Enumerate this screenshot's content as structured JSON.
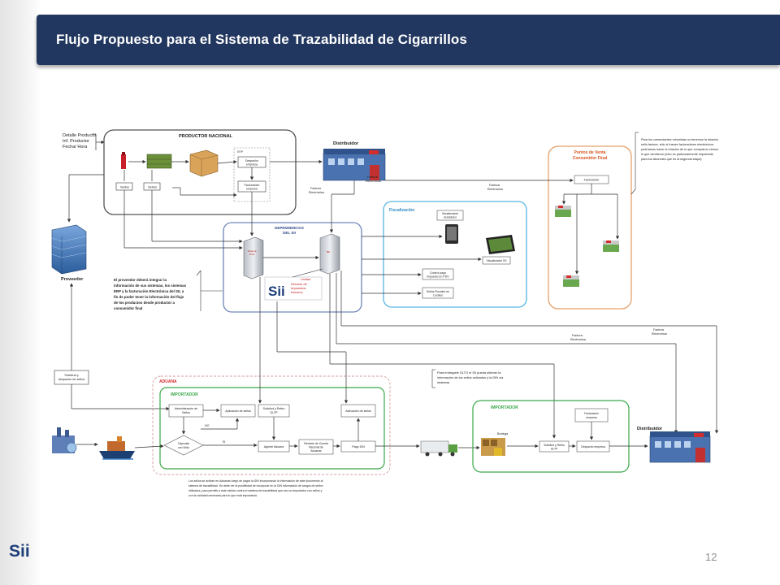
{
  "slide": {
    "title": "Flujo Propuesto para el Sistema de Trazabilidad de Cigarrillos",
    "page_number": "12",
    "logo_text": "Sii"
  },
  "diagram": {
    "input_note": [
      "Detalle Producto",
      "Inf. Productor",
      "Fecha/ Hora"
    ],
    "productor": {
      "title": "PRODUCTOR NACIONAL",
      "sellos_1": "Sellos",
      "sellos_2": "Sellos",
      "erp": "ERP",
      "despacho": [
        "Despacho",
        "empresa"
      ],
      "facturacion": [
        "Facturación",
        "empresa"
      ]
    },
    "distribuidor_top": "Distribuidor",
    "proveedor": "Proveedor",
    "factura_electronica": [
      "Factura",
      "Electrónica"
    ],
    "dependencias": {
      "title": [
        "DEPENDENCIAS",
        "DEL SII"
      ],
      "server_1": [
        "Sistema",
        "DTE"
      ],
      "server_2": "BD",
      "sii_brand": "Sii",
      "sii_sub": [
        "Servicio de",
        "Impuestos",
        "Internos"
      ],
      "unidad": "Unidad"
    },
    "fiscalizacion": {
      "title": "Fiscalización",
      "visualizacion_ciudadano": [
        "Visualización",
        "ciudadano"
      ],
      "visualizador_sii": "Visualizador SII",
      "control_pago": [
        "Control pago",
        "impuesto en PDV"
      ],
      "sellos_fiscales": [
        "Sellos Fiscales en",
        "Locales"
      ]
    },
    "puntos_venta": {
      "title": [
        "Puntos de Venta",
        "Consumidor Final"
      ],
      "facturacion": "Facturación"
    },
    "note_right": [
      "Para los comerciantes minoristas no tenemos la relación",
      "sello factura, sólo si fuesen facturadores electrónicos",
      "podríamos hacer la relación de lo que compraron versus",
      "lo que vendieron (esto es particularmente importante",
      "para los alcoholes que es la segunda etapa)"
    ],
    "note_left": [
      "El proveedor deberá integrar la",
      "información de sus sistemas, los sistemas",
      "ERP y la facturación Electrónica del SII, a",
      "fin de poder tener la información del flujo",
      "de los productos desde productor a",
      "consumidor final"
    ],
    "solicitud_despacho": [
      "Solicitud y",
      "despacho de sellos"
    ],
    "aduana": {
      "title": "ADUANA",
      "importador": "IMPORTADOR",
      "admin_sellos": [
        "Administración de",
        "Sellos"
      ],
      "aplicacion_sellos": "Aplicación de sellos",
      "solicitud_retiro": [
        "Solicitud y Retiro",
        "GLTP"
      ],
      "activacion_sellos": "Activación de sellos",
      "capsulas": [
        "Cápsulas",
        "con Sello"
      ],
      "no": "NO",
      "si": "SI",
      "agente_aduana": "Agente Aduana",
      "revision": [
        "Revisión de Cuenta",
        "Nacional de",
        "Aduanas"
      ],
      "pago_din": "Pago DIN"
    },
    "note_bottom_right": [
      "Para entregarle GLTO el SII pueda obtener la",
      "información de los sellos activados y la DIN vía",
      "sistemas"
    ],
    "importador_2": {
      "title": "IMPORTADOR",
      "bodega": "Bodega",
      "solicitud_retiro": [
        "Solicitud y Retiro",
        "GLTP"
      ],
      "facturacion": [
        "Facturación",
        "empresa"
      ],
      "despacho": "Despacho empresa"
    },
    "distribuidor_bottom": "Distribuidor",
    "footnote": [
      "Los sellos se activan en Aduanas luego de pagar la DIN incorporando la información de este documento al",
      "sistema de trazabilidad. Se debe ver la posibilidad de incorporar en la DIN información de rangos de sellos",
      "utilizados, para permitir a éste validar contra el sistema de trazabilidad que eso un importador con sellos y",
      "con la cantidad necesaria para lo que está importando."
    ]
  },
  "colors": {
    "header_bg": "#22375f",
    "dependencias_border": "#6f86b8",
    "fiscalizacion_border": "#56b4e0",
    "puntos_border": "#e4a06a",
    "aduana_green": "#3aa84a",
    "aduana_title": "#d42d2d",
    "logo_blue": "#1f3f7a"
  }
}
